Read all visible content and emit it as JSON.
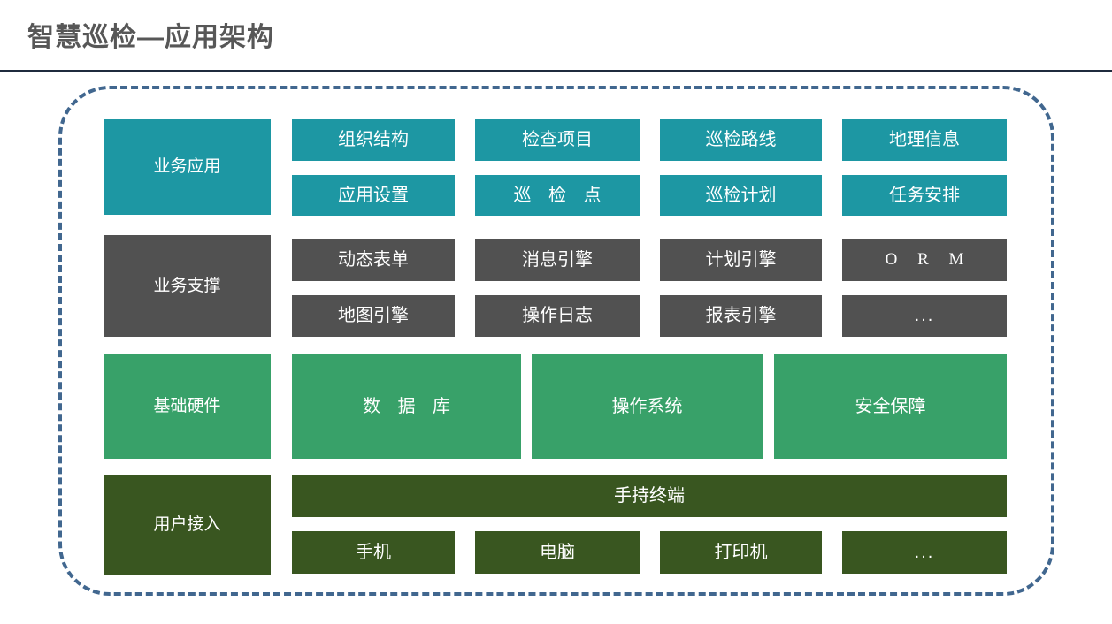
{
  "slide": {
    "title": "智慧巡检—应用架构",
    "rule_color": "#1f2b3d",
    "frame_border_color": "#41678f"
  },
  "palette": {
    "business_application": "#1d97a3",
    "business_support": "#515151",
    "infrastructure": "#38a169",
    "user_access": "#395620",
    "title_text": "#575757",
    "box_text": "#ffffff"
  },
  "layers": [
    {
      "key": "business_application",
      "label": "业务应用",
      "color": "#1d97a3",
      "rows": [
        [
          "组织结构",
          "检查项目",
          "巡检路线",
          "地理信息"
        ],
        [
          "应用设置",
          "巡 检 点",
          "巡检计划",
          "任务安排"
        ]
      ]
    },
    {
      "key": "business_support",
      "label": "业务支撑",
      "color": "#515151",
      "rows": [
        [
          "动态表单",
          "消息引擎",
          "计划引擎",
          "O R M"
        ],
        [
          "地图引擎",
          "操作日志",
          "报表引擎",
          "..."
        ]
      ]
    },
    {
      "key": "infrastructure",
      "label": "基础硬件",
      "color": "#38a169",
      "rows": [
        [
          "数 据 库",
          "操作系统",
          "安全保障"
        ]
      ]
    },
    {
      "key": "user_access",
      "label": "用户接入",
      "color": "#395620",
      "rows": [
        [
          "手持终端"
        ],
        [
          "手机",
          "电脑",
          "打印机",
          "..."
        ]
      ]
    }
  ],
  "cells": {
    "app_label": "业务应用",
    "app_r1c1": "组织结构",
    "app_r1c2": "检查项目",
    "app_r1c3": "巡检路线",
    "app_r1c4": "地理信息",
    "app_r2c1": "应用设置",
    "app_r2c2": "巡 检 点",
    "app_r2c3": "巡检计划",
    "app_r2c4": "任务安排",
    "sup_label": "业务支撑",
    "sup_r1c1": "动态表单",
    "sup_r1c2": "消息引擎",
    "sup_r1c3": "计划引擎",
    "sup_r1c4": "O R M",
    "sup_r2c1": "地图引擎",
    "sup_r2c2": "操作日志",
    "sup_r2c3": "报表引擎",
    "sup_r2c4": "...",
    "inf_label": "基础硬件",
    "inf_c1": "数 据 库",
    "inf_c2": "操作系统",
    "inf_c3": "安全保障",
    "acc_label": "用户接入",
    "acc_top": "手持终端",
    "acc_r2c1": "手机",
    "acc_r2c2": "电脑",
    "acc_r2c3": "打印机",
    "acc_r2c4": "..."
  }
}
